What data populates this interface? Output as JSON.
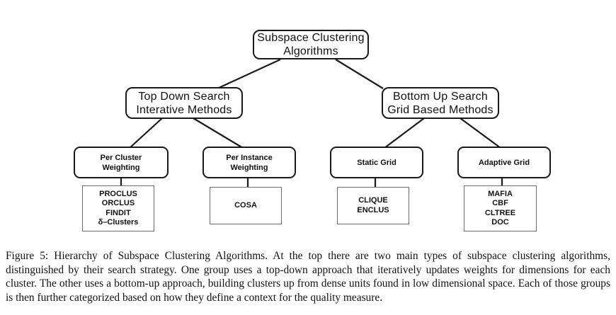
{
  "figure": {
    "caption": "Figure 5: Hierarchy of Subspace Clustering Algorithms. At the top there are two main types of subspace clustering algorithms, distinguished by their search strategy. One group uses a top-down approach that iteratively updates weights for dimensions for each cluster. The other uses a bottom-up approach, building clusters up from dense units found in low dimensional space. Each of those groups is then further categorized based on how they define a context for the quality measure."
  },
  "tree": {
    "root": {
      "label": "Subspace Clustering\nAlgorithms"
    },
    "branches": [
      {
        "label": "Top Down Search\nInterative Methods",
        "children": [
          {
            "label": "Per Cluster\nWeighting",
            "algorithms": "PROCLUS\nORCLUS\nFINDIT\nδ–Clusters"
          },
          {
            "label": "Per Instance\nWeighting",
            "algorithms": "COSA"
          }
        ]
      },
      {
        "label": "Bottom Up Search\nGrid Based Methods",
        "children": [
          {
            "label": "Static Grid",
            "algorithms": "CLIQUE\nENCLUS"
          },
          {
            "label": "Adaptive Grid",
            "algorithms": "MAFIA\nCBF\nCLTREE\nDOC"
          }
        ]
      }
    ]
  },
  "colors": {
    "background": "#ffffff",
    "node_border": "#1a1a1a",
    "leaf_border": "#6b6b6b",
    "connector": "#1a1a1a",
    "text": "#111111"
  }
}
